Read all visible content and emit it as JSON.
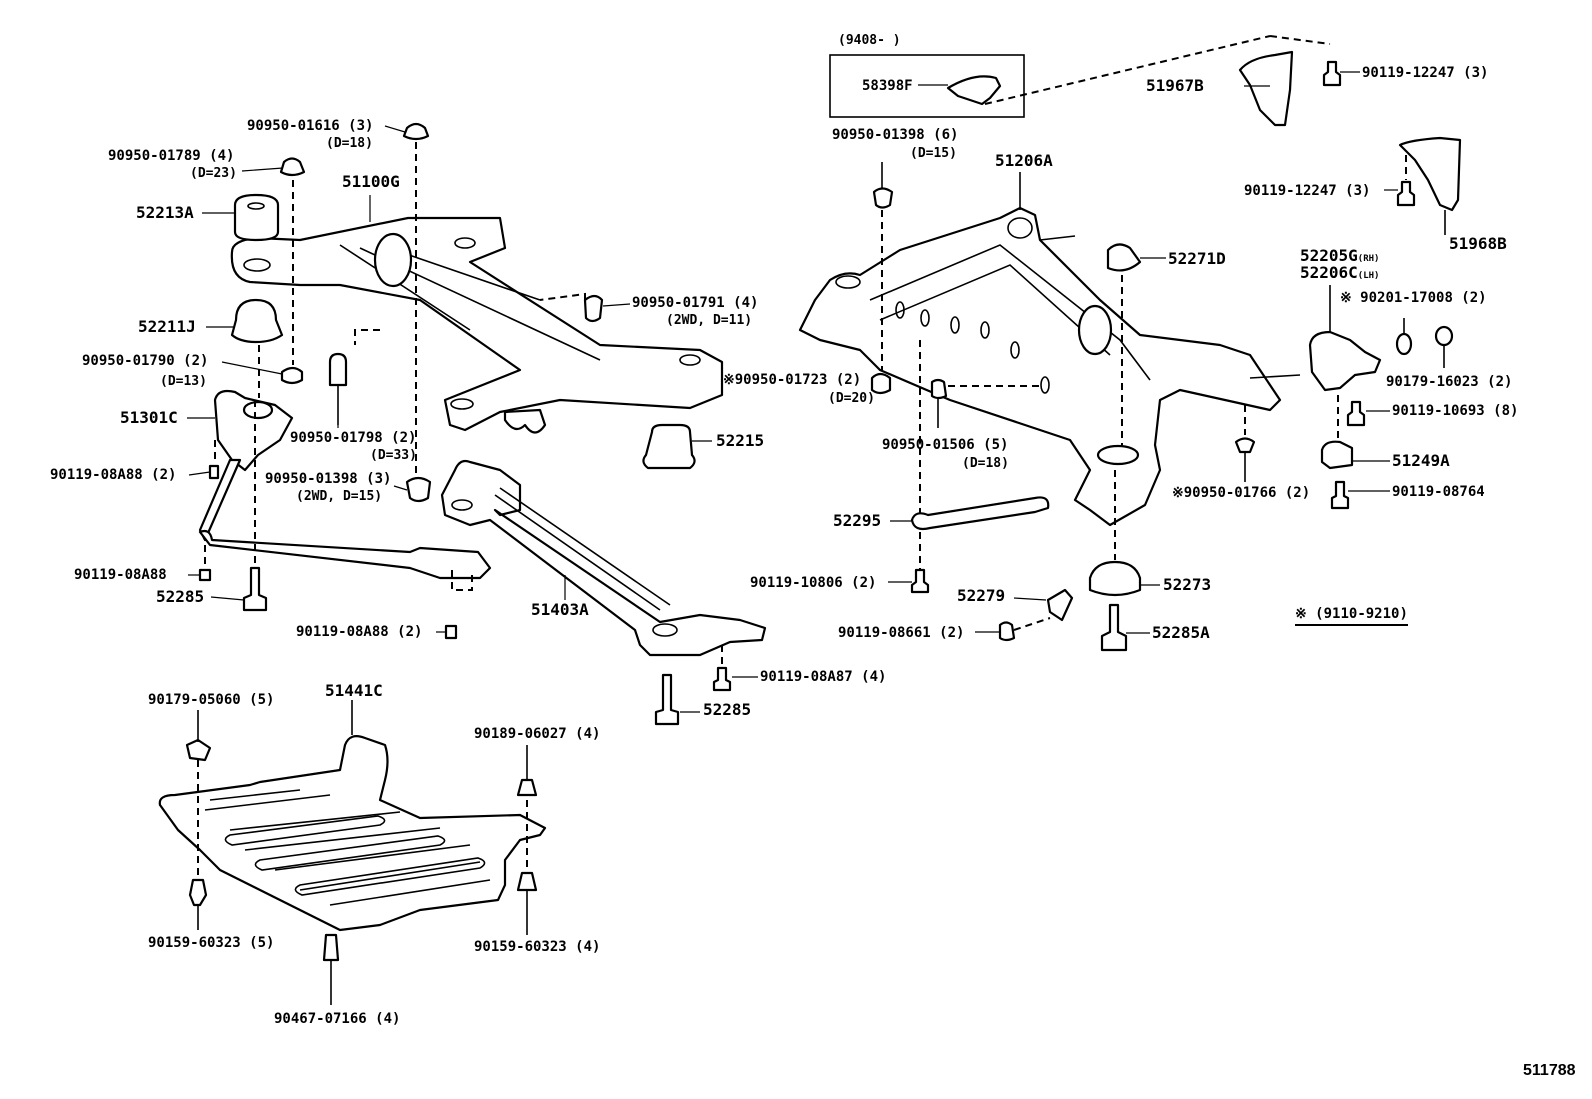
{
  "diagram": {
    "title": "Front and rear suspension crossmember / engine under cover exploded view",
    "reference_number": "511788",
    "footnote": {
      "symbol": "※",
      "text": "(9110-9210)"
    },
    "inset": {
      "range": "(9408-      )",
      "part": "58398F"
    },
    "parts": {
      "p_90950_01616": {
        "number": "90950-01616 (3)",
        "note": "(D=18)"
      },
      "p_90950_01789": {
        "number": "90950-01789 (4)",
        "note": "(D=23)"
      },
      "p_51100G": {
        "number": "51100G"
      },
      "p_52213A": {
        "number": "52213A"
      },
      "p_52211J": {
        "number": "52211J"
      },
      "p_90950_01790": {
        "number": "90950-01790 (2)",
        "note": "(D=13)"
      },
      "p_51301C": {
        "number": "51301C"
      },
      "p_90119_08A88_a": {
        "number": "90119-08A88 (2)"
      },
      "p_90950_01798": {
        "number": "90950-01798 (2)",
        "note": "(D=33)"
      },
      "p_90950_01398_3": {
        "number": "90950-01398 (3)",
        "note": "(2WD, D=15)"
      },
      "p_90950_01791": {
        "number": "90950-01791 (4)",
        "note": "(2WD, D=11)"
      },
      "p_90950_01723": {
        "number": "※90950-01723 (2)",
        "note": "(D=20)"
      },
      "p_52215": {
        "number": "52215"
      },
      "p_90119_08A88_b": {
        "number": "90119-08A88"
      },
      "p_52285_a": {
        "number": "52285"
      },
      "p_90119_08A88_c": {
        "number": "90119-08A88 (2)"
      },
      "p_51403A": {
        "number": "51403A"
      },
      "p_90119_08A87": {
        "number": "90119-08A87 (4)"
      },
      "p_52285_b": {
        "number": "52285"
      },
      "p_90179_05060": {
        "number": "90179-05060 (5)"
      },
      "p_51441C": {
        "number": "51441C"
      },
      "p_90189_06027": {
        "number": "90189-06027 (4)"
      },
      "p_90159_60323_5": {
        "number": "90159-60323 (5)"
      },
      "p_90159_60323_4": {
        "number": "90159-60323 (4)"
      },
      "p_90467_07166": {
        "number": "90467-07166 (4)"
      },
      "p_90950_01398_6": {
        "number": "90950-01398 (6)",
        "note": "(D=15)"
      },
      "p_51206A": {
        "number": "51206A"
      },
      "p_51967B": {
        "number": "51967B"
      },
      "p_90119_12247_a": {
        "number": "90119-12247 (3)"
      },
      "p_90119_12247_b": {
        "number": "90119-12247 (3)"
      },
      "p_51968B": {
        "number": "51968B"
      },
      "p_52271D": {
        "number": "52271D"
      },
      "p_52205G": {
        "number": "52205G",
        "side": "(RH)"
      },
      "p_52206C": {
        "number": "52206C",
        "side": "(LH)"
      },
      "p_90201_17008": {
        "number": "※ 90201-17008 (2)"
      },
      "p_90179_16023": {
        "number": "90179-16023 (2)"
      },
      "p_90119_10693": {
        "number": "90119-10693 (8)"
      },
      "p_51249A": {
        "number": "51249A"
      },
      "p_90950_01766": {
        "number": "※90950-01766 (2)"
      },
      "p_90119_08764": {
        "number": "90119-08764"
      },
      "p_90950_01506": {
        "number": "90950-01506 (5)",
        "note": "(D=18)"
      },
      "p_52295": {
        "number": "52295"
      },
      "p_90119_10806": {
        "number": "90119-10806 (2)"
      },
      "p_52279": {
        "number": "52279"
      },
      "p_90119_08661": {
        "number": "90119-08661 (2)"
      },
      "p_52273": {
        "number": "52273"
      },
      "p_52285A": {
        "number": "52285A"
      }
    }
  }
}
